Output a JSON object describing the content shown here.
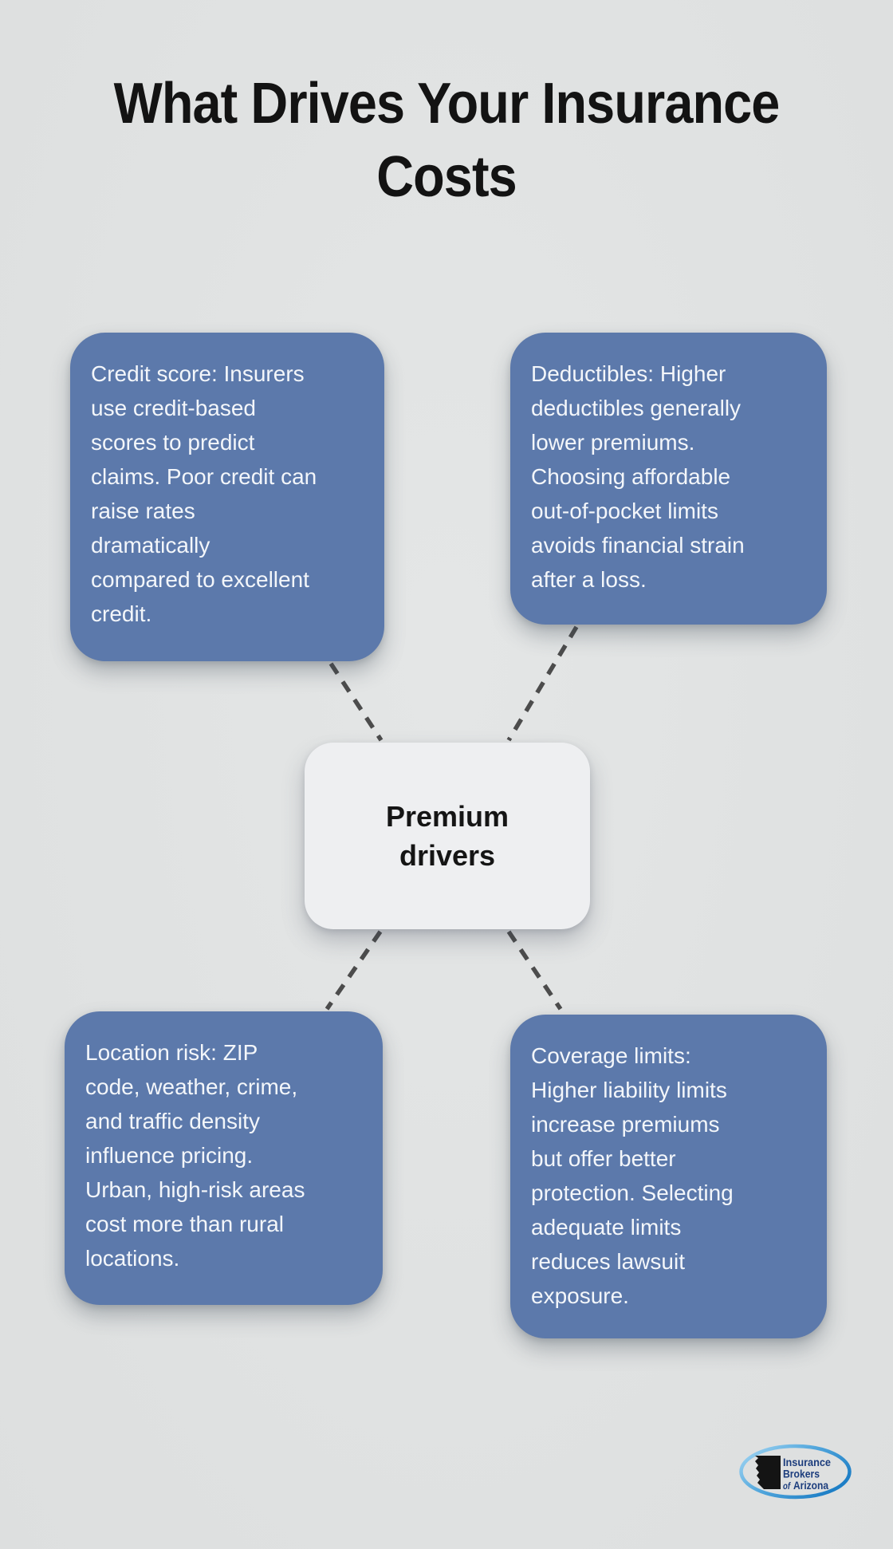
{
  "title": "What Drives Your Insurance\nCosts",
  "center_node": {
    "label": "Premium\ndrivers"
  },
  "boxes": [
    {
      "id": "credit-score",
      "text": "Credit score: Insurers\nuse credit-based\nscores to predict\nclaims. Poor credit can\nraise rates\ndramatically\ncompared to excellent\ncredit."
    },
    {
      "id": "deductibles",
      "text": "Deductibles: Higher\ndeductibles generally\nlower premiums.\nChoosing affordable\nout-of-pocket limits\navoids financial strain\nafter a loss."
    },
    {
      "id": "location-risk",
      "text": "Location risk: ZIP\ncode, weather, crime,\nand traffic density\ninfluence pricing.\nUrban, high-risk areas\ncost more than rural\nlocations."
    },
    {
      "id": "coverage-limits",
      "text": "Coverage limits:\nHigher liability limits\nincrease premiums\nbut offer better\nprotection. Selecting\nadequate limits\nreduces lawsuit\nexposure."
    }
  ],
  "logo": {
    "line1": "Insurance",
    "line2": "Brokers",
    "line3_of": "of",
    "line3_name": "Arizona"
  },
  "colors": {
    "background": "#e0e2e2",
    "card_blue": "#5c79ab",
    "card_text": "#f3f6fa",
    "node_bg": "#eeeff1",
    "node_text": "#151515",
    "title_text": "#131313",
    "dash_gray": "#4c4c4c",
    "logo_navy": "#1c3d7d",
    "logo_swoosh_light": "#a6d8f4",
    "logo_swoosh_dark": "#1e7fc6",
    "logo_state_black": "#141414"
  }
}
